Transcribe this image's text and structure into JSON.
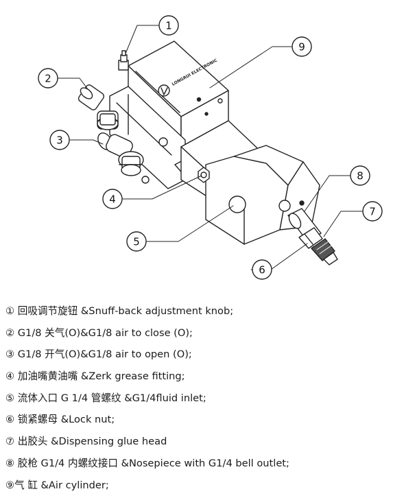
{
  "callouts": [
    {
      "id": "1",
      "label": "1"
    },
    {
      "id": "2",
      "label": "2"
    },
    {
      "id": "3",
      "label": "3"
    },
    {
      "id": "4",
      "label": "4"
    },
    {
      "id": "5",
      "label": "5"
    },
    {
      "id": "6",
      "label": "6"
    },
    {
      "id": "7",
      "label": "7"
    },
    {
      "id": "8",
      "label": "8"
    },
    {
      "id": "9",
      "label": "9"
    }
  ],
  "logo_text": "LONGRUI ELECTRONIC",
  "legend": [
    "① 回吸调节旋钮 &Snuff-back adjustment knob;",
    "② G1/8 关气(O)&G1/8 air to close (O);",
    "③ G1/8 开气(O)&G1/8 air to open (O);",
    "④ 加油嘴黄油嘴 &Zerk grease fitting;",
    "⑤ 流体入口 G 1/4 管螺纹 &G1/4fluid inlet;",
    "⑥ 锁紧螺母 &Lock nut;",
    "⑦ 出胶头 &Dispensing glue head",
    "⑧ 胶枪 G1/4 内螺纹接口 &Nosepiece with G1/4 bell outlet;",
    "⑨气 缸 &Air cylinder;"
  ]
}
